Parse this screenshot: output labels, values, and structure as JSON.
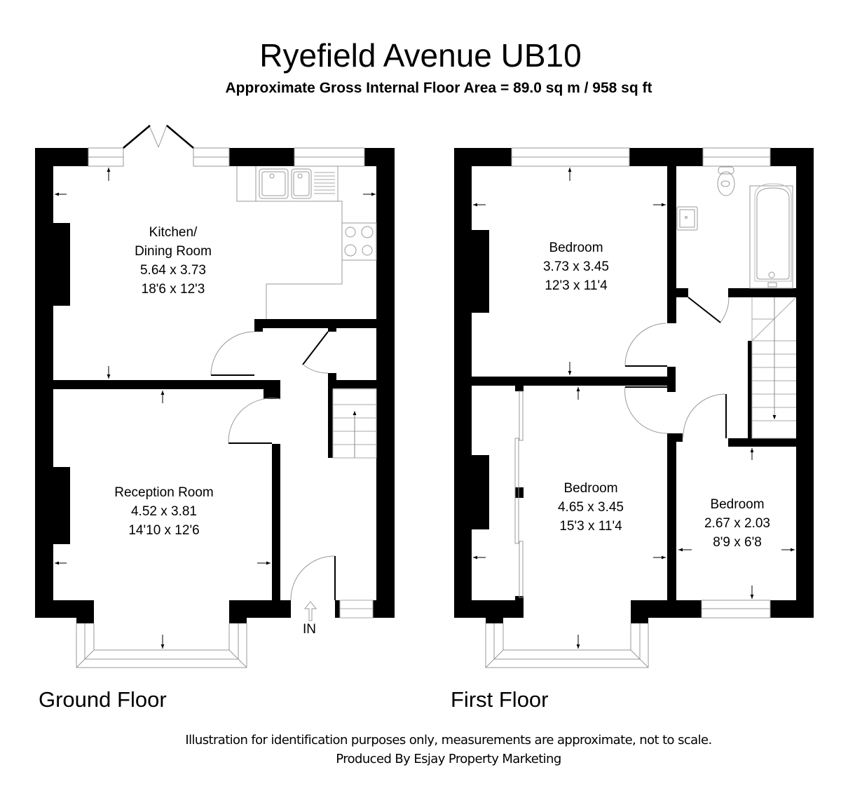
{
  "header": {
    "title": "Ryefield Avenue UB10",
    "subtitle": "Approximate Gross Internal Floor Area = 89.0 sq m / 958 sq ft"
  },
  "floors": {
    "ground": {
      "label": "Ground Floor",
      "entrance_label": "IN",
      "rooms": [
        {
          "name": "Kitchen/",
          "name2": "Dining Room",
          "metric": "5.64 x 3.73",
          "imperial": "18'6 x 12'3"
        },
        {
          "name": "Reception Room",
          "metric": "4.52 x 3.81",
          "imperial": "14'10 x 12'6"
        }
      ]
    },
    "first": {
      "label": "First Floor",
      "rooms": [
        {
          "name": "Bedroom",
          "metric": "3.73 x 3.45",
          "imperial": "12'3 x 11'4"
        },
        {
          "name": "Bedroom",
          "metric": "4.65 x 3.45",
          "imperial": "15'3 x 11'4"
        },
        {
          "name": "Bedroom",
          "metric": "2.67 x 2.03",
          "imperial": "8'9 x 6'8"
        }
      ]
    }
  },
  "footer": {
    "disclaimer": "Illustration for identification purposes only, measurements are approximate, not to scale.",
    "credit": "Produced By Esjay Property Marketing"
  },
  "colors": {
    "wall": "#000000",
    "fixture_line": "#9a9a9a",
    "background": "#ffffff"
  }
}
